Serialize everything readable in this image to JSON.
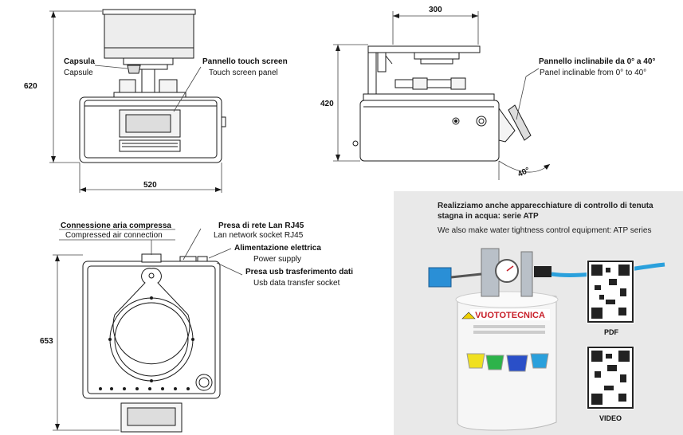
{
  "front_view": {
    "capsule_it": "Capsula",
    "capsule_en": "Capsule",
    "panel_it": "Pannello touch screen",
    "panel_en": "Touch screen panel",
    "height": "620",
    "width": "520"
  },
  "side_view": {
    "depth": "300",
    "height": "420",
    "tilt_it": "Pannello inclinabile da 0° a 40°",
    "tilt_en": "Panel inclinable from 0° to 40°",
    "angle": "40°"
  },
  "top_view": {
    "air_it": "Connessione aria compressa",
    "air_en": "Compressed air connection",
    "lan_it": "Presa di rete Lan RJ45",
    "lan_en": "Lan network socket RJ45",
    "power_it": "Alimentazione elettrica",
    "power_en": "Power supply",
    "usb_it": "Presa usb trasferimento dati",
    "usb_en": "Usb data transfer socket",
    "depth": "653"
  },
  "promo": {
    "title_it": "Realizziamo anche apparecchiature di controllo di tenuta stagna in acqua: serie ATP",
    "title_en": "We also make water tightness control equipment: ATP series",
    "brand": "VUOTOTECNICA",
    "qr_pdf_label": "PDF",
    "qr_video_label": "VIDEO"
  },
  "colors": {
    "line": "#1a1a1a",
    "promo_bg": "#e9e9e9",
    "brand_red": "#c8202a",
    "gauge_blue": "#2aa0dc",
    "cup_yellow": "#f0e020",
    "cup_green": "#2db34a",
    "cup_blue": "#2a4fc8"
  }
}
